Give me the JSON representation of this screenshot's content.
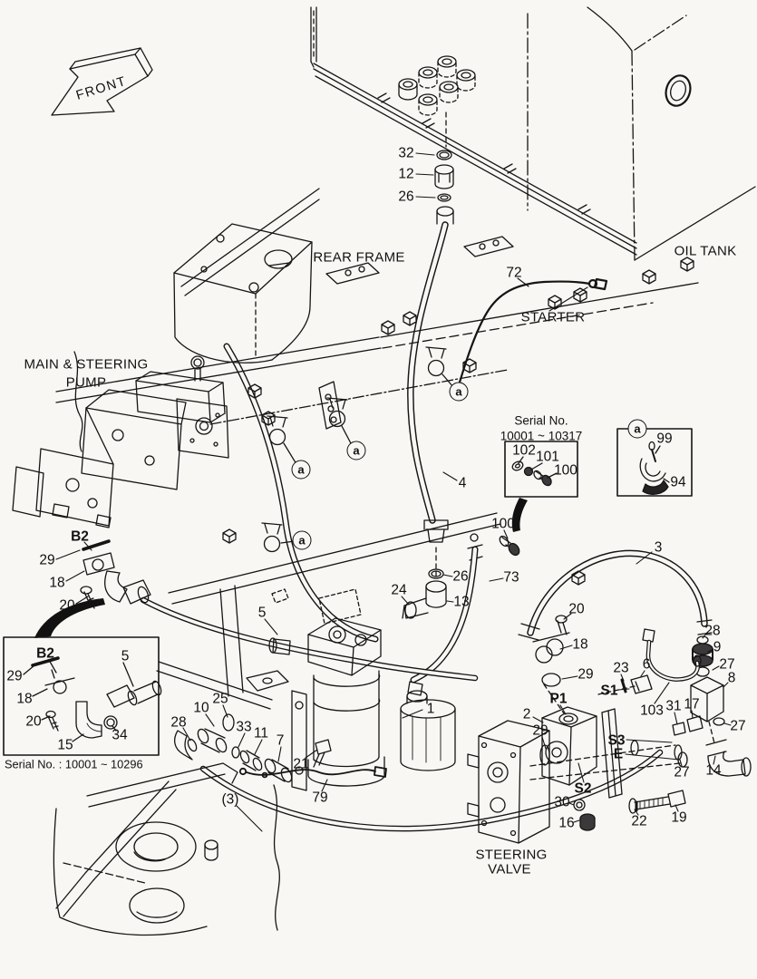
{
  "diagram": {
    "front_arrow": "FRONT",
    "labels": {
      "rear_frame": "REAR FRAME",
      "oil_tank": "OIL TANK",
      "starter": "STARTER",
      "main_pump_1": "MAIN & STEERING",
      "main_pump_2": "PUMP",
      "steering_valve_1": "STEERING",
      "steering_valve_2": "VALVE"
    },
    "callouts": {
      "c32": "32",
      "c12": "12",
      "c26a": "26",
      "c72": "72",
      "c4": "4",
      "c100b": "100",
      "c26b": "26",
      "c73": "73",
      "c24": "24",
      "c13": "13",
      "c3": "3",
      "c20b": "20",
      "c18b": "18",
      "c28b": "28",
      "c9": "9",
      "c29b": "29",
      "c27a": "27",
      "c8": "8",
      "c23": "23",
      "c6": "6",
      "cS1": "S1",
      "c103": "103",
      "c31": "31",
      "c17": "17",
      "cP1": "P1",
      "c2": "2",
      "c29c": "29",
      "cS3": "S3",
      "cE": "E",
      "c27b": "27",
      "c27c": "27",
      "c14": "14",
      "cS2": "S2",
      "c30": "30",
      "c16": "16",
      "c22": "22",
      "c19": "19",
      "cB2a": "B2",
      "c29a": "29",
      "c18a": "18",
      "c20a": "20",
      "c5b": "5",
      "c25": "25",
      "c10": "10",
      "c28a": "28",
      "c33": "33",
      "c11": "11",
      "c7": "7",
      "c21": "21",
      "c1": "1",
      "c79": "79",
      "c3q": "(3)"
    },
    "markers": {
      "a_label": "a"
    },
    "inset_serial_right": {
      "title": "Serial No.",
      "range": "10001 ~ 10317",
      "c102": "102",
      "c101": "101",
      "c100": "100"
    },
    "inset_clamp": {
      "marker": "a",
      "c99": "99",
      "c94": "94"
    },
    "inset_left": {
      "cB2": "B2",
      "c29": "29",
      "c5": "5",
      "c18": "18",
      "c20": "20",
      "c15": "15",
      "c34": "34",
      "caption": "Serial No. : 10001 ~ 10296"
    },
    "colors": {
      "line": "#151515",
      "background": "#f8f7f4"
    }
  }
}
